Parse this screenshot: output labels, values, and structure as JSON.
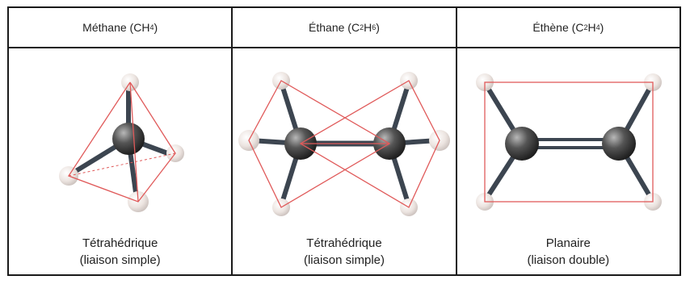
{
  "columns": [
    {
      "title": "Méthane (",
      "formula": [
        [
          "CH",
          "4"
        ]
      ],
      "title_end": ")",
      "caption_line1": "Tétrahédrique",
      "caption_line2": "(liaison simple)"
    },
    {
      "title": "Éthane (",
      "formula": [
        [
          "C",
          "2"
        ],
        [
          "H",
          "6"
        ]
      ],
      "title_end": ")",
      "caption_line1": "Tétrahédrique",
      "caption_line2": "(liaison simple)"
    },
    {
      "title": "Éthène (",
      "formula": [
        [
          "C",
          "2"
        ],
        [
          "H",
          "4"
        ]
      ],
      "title_end": ")",
      "caption_line1": "Planaire",
      "caption_line2": "(liaison double)"
    }
  ],
  "colors": {
    "outline": "#e05a5a",
    "carbon": "#4a4a4a",
    "hydrogen": "#e8e0dc",
    "border": "#1a1a1a"
  }
}
